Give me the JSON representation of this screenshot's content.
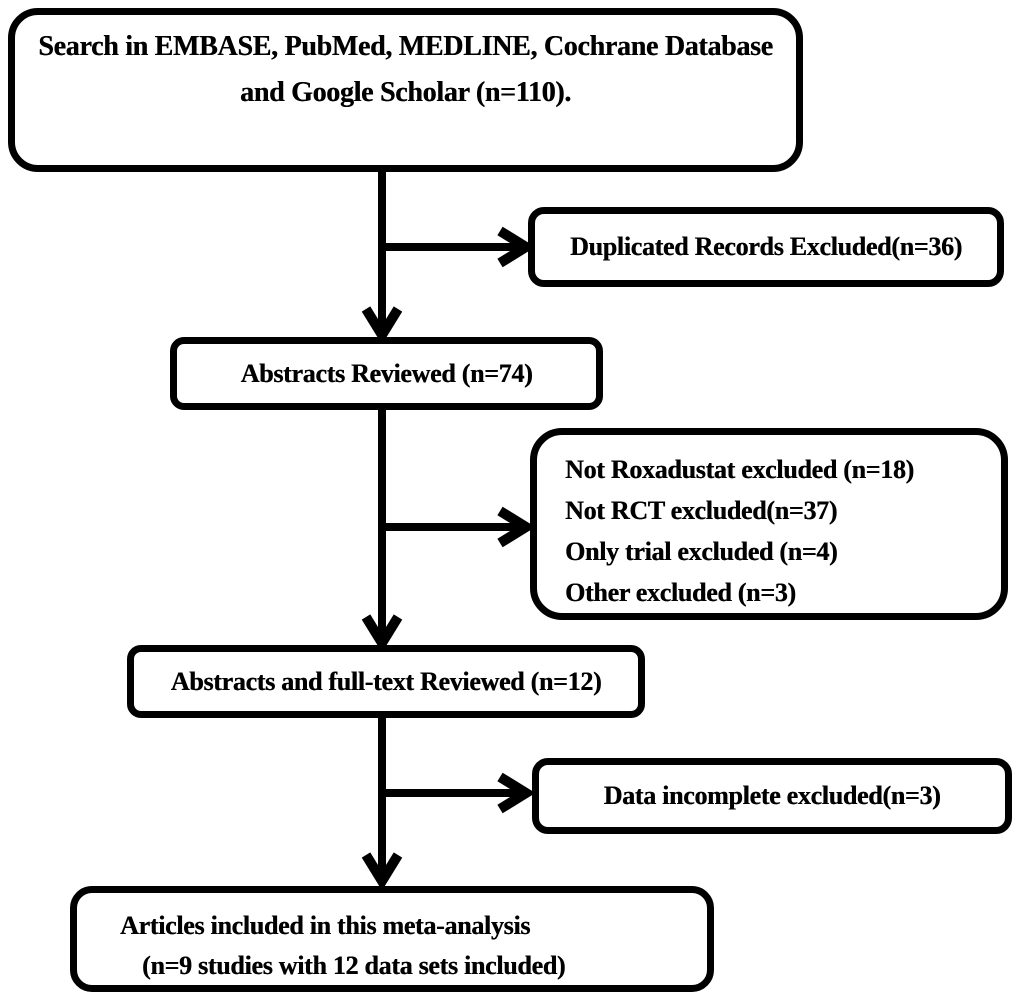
{
  "page": {
    "background_color": "#ffffff",
    "ink_color": "#000000"
  },
  "flowchart": {
    "type": "prisma-study-selection-flow",
    "nodes": {
      "search": {
        "lines": [
          "Search in EMBASE, PubMed, MEDLINE, Cochrane Database",
          "and Google Scholar (n=110)."
        ]
      },
      "duplicates_excluded": {
        "label": "Duplicated Records Excluded(n=36)"
      },
      "abstracts_reviewed": {
        "label": "Abstracts Reviewed (n=74)"
      },
      "abstract_exclusions": {
        "lines": [
          "Not Roxadustat excluded (n=18)",
          "Not RCT excluded(n=37)",
          "Only trial excluded (n=4)",
          "Other excluded (n=3)"
        ]
      },
      "fulltext_reviewed": {
        "label": "Abstracts and full-text Reviewed (n=12)"
      },
      "data_incomplete_excluded": {
        "label": "Data incomplete excluded(n=3)"
      },
      "included": {
        "lines": [
          "Articles included in this meta-analysis",
          "(n=9 studies with 12 data sets included)"
        ]
      }
    }
  }
}
